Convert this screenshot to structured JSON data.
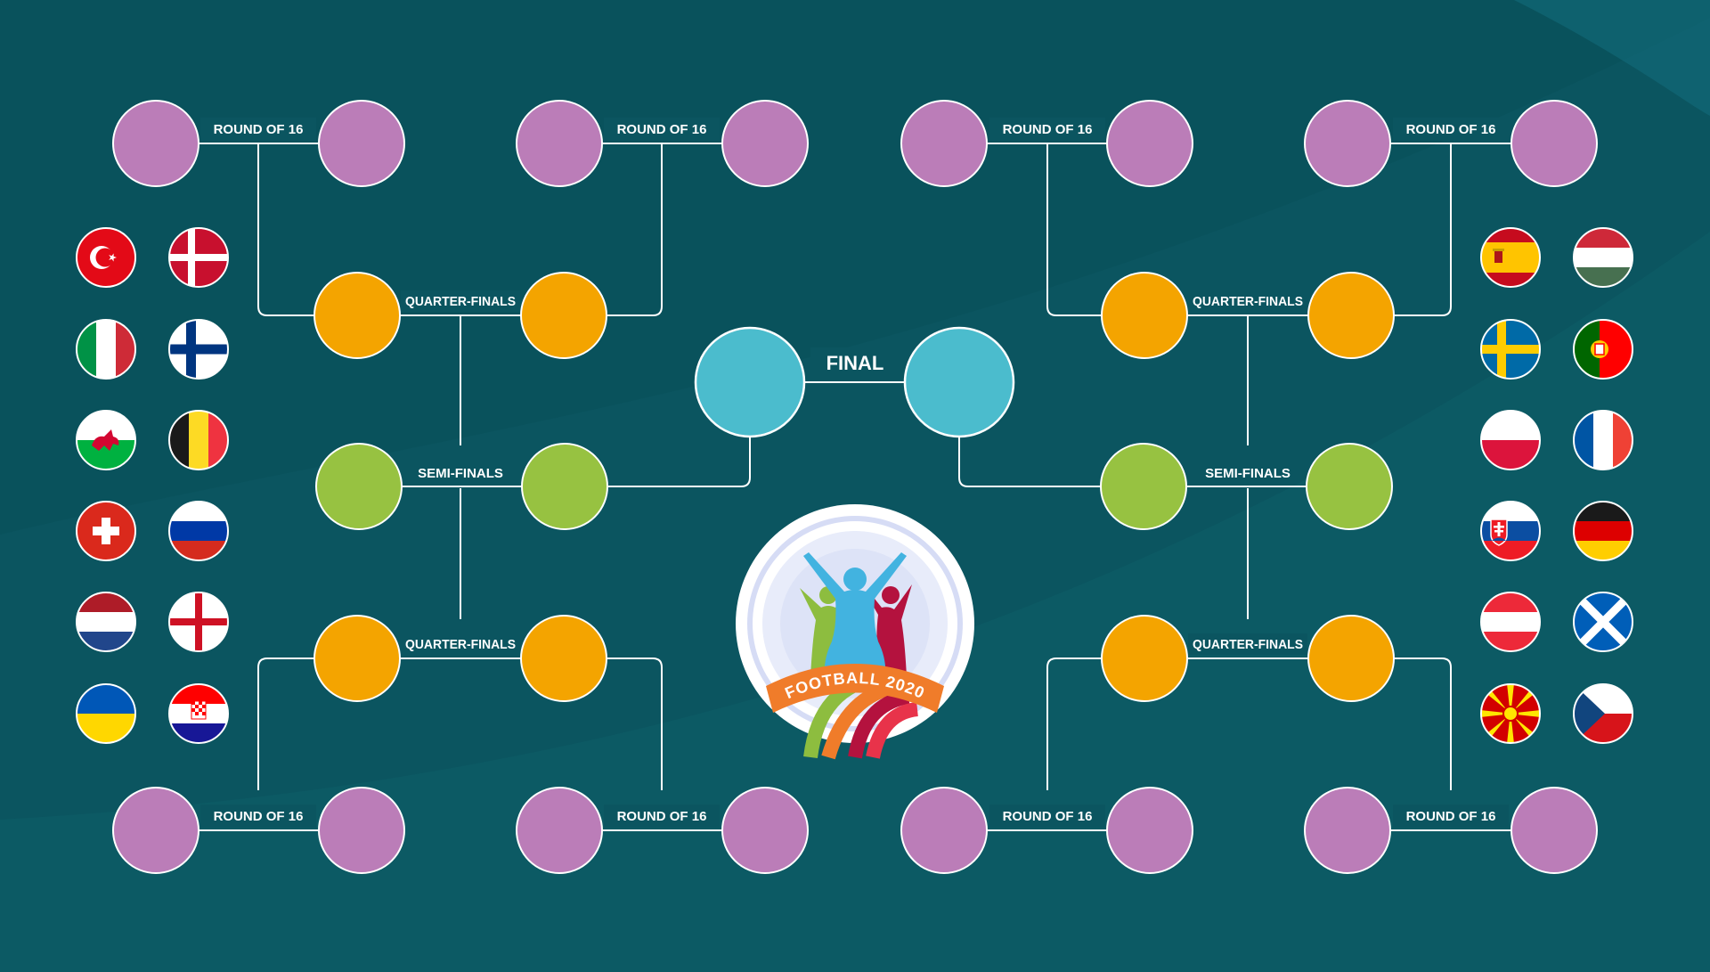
{
  "labels": {
    "round_of_16": "ROUND OF 16",
    "quarter_finals": "QUARTER-FINALS",
    "semi_finals": "SEMI-FINALS",
    "final": "FINAL"
  },
  "logo": {
    "arc_text": "FOOTBALL 2020"
  },
  "colors": {
    "background": "#0b5560",
    "round_of_16": "#bb7db8",
    "quarter_finals": "#f4a400",
    "semi_finals": "#97c241",
    "final": "#4bbccd",
    "connector": "#ffffff"
  },
  "flags": {
    "left": [
      [
        "turkey-flag",
        "denmark-flag"
      ],
      [
        "italy-flag",
        "finland-flag"
      ],
      [
        "wales-flag",
        "belgium-flag"
      ],
      [
        "switzerland-flag",
        "russia-flag"
      ],
      [
        "netherlands-flag",
        "england-flag"
      ],
      [
        "ukraine-flag",
        "croatia-flag"
      ]
    ],
    "right": [
      [
        "spain-flag",
        "hungary-flag"
      ],
      [
        "sweden-flag",
        "portugal-flag"
      ],
      [
        "poland-flag",
        "france-flag"
      ],
      [
        "slovakia-flag",
        "germany-flag"
      ],
      [
        "austria-flag",
        "scotland-flag"
      ],
      [
        "north-macedonia-flag",
        "czech-republic-flag"
      ]
    ]
  }
}
